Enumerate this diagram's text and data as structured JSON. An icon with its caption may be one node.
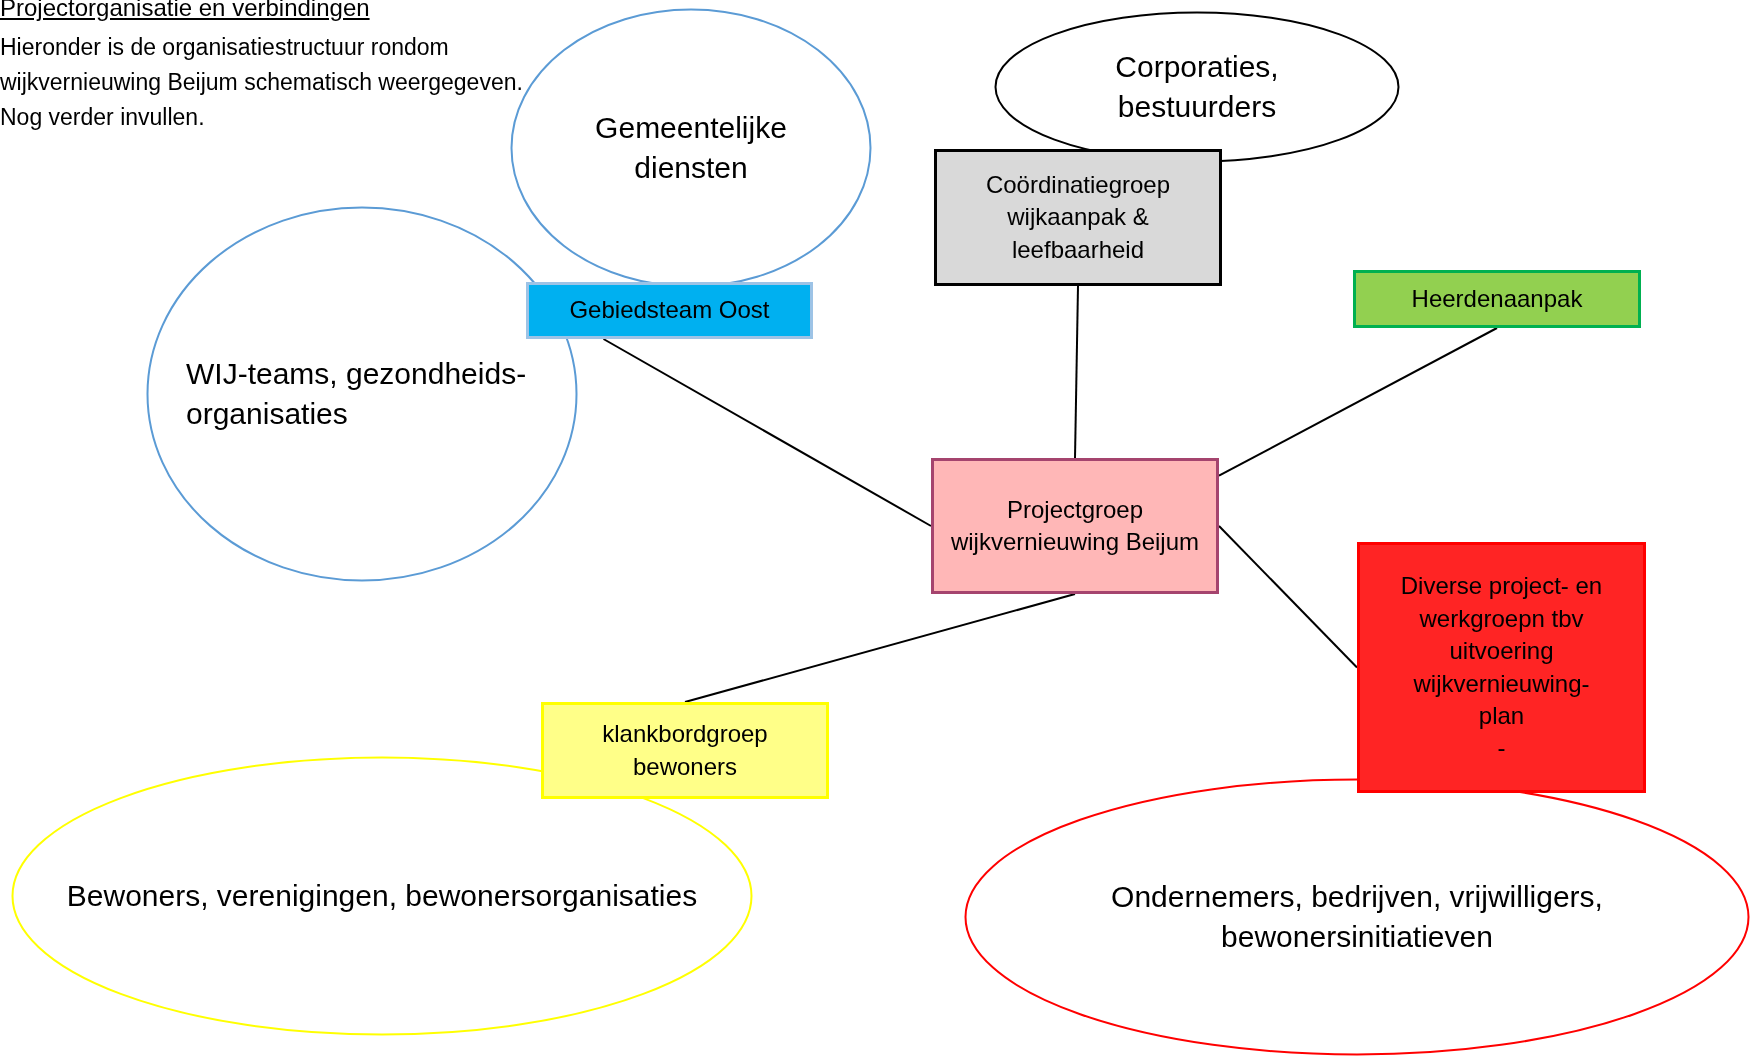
{
  "diagram": {
    "title": "Projectorganisatie en verbindingen",
    "nodes": [
      {
        "text": [
          "Gemeentelijke diensten"
        ]
      },
      {
        "text": [
          "Corporaties, bestuurders"
        ]
      },
      {
        "text": [
          "Coördinatiegroep wijkaanpak & leefbaarheid"
        ]
      },
      {
        "text": [
          "WIJ-teams, gezondheids- organisaties"
        ]
      },
      {
        "text": [
          "Gebiedsteam Oost"
        ]
      },
      {
        "text": [
          "Heerdenaanpak"
        ]
      },
      {
        "text": [
          "Projectgroep wijkvernieuwing Beijum"
        ]
      },
      {
        "text": [
          "Diverse project- en werkgroepn tbv uitvoering wijkvernieuwing- plan",
          "-"
        ]
      },
      {
        "text": [
          "klankbordgroep bewoners"
        ]
      },
      {
        "text": [
          "Bewoners, verenigingen, bewonersorganisaties"
        ]
      },
      {
        "text": [
          "Ondernemers, bedrijven, vrijwilligers, bewonersinitiatieven"
        ]
      }
    ],
    "edges": [
      {
        "from": 4,
        "to": 6,
        "arrow": "none"
      },
      {
        "from": 2,
        "to": 6,
        "arrow": "none"
      },
      {
        "from": 5,
        "to": 6,
        "arrow": "none"
      },
      {
        "from": 6,
        "to": 7,
        "arrow": "none"
      },
      {
        "from": 6,
        "to": 8,
        "arrow": "none"
      }
    ],
    "labels": [
      "Hieronder is de organisatiestructuur rondom wijkvernieuwing Beijum schematisch weergegeven. Nog verder invullen."
    ]
  }
}
